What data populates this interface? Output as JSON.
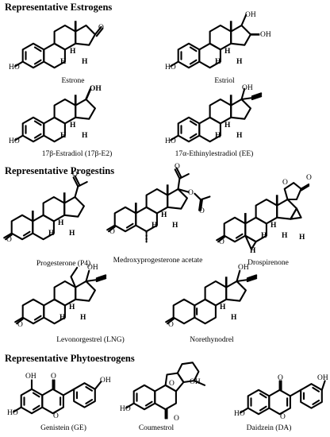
{
  "sections": [
    {
      "title": "Representative Estrogens"
    },
    {
      "title": "Representative Progestins"
    },
    {
      "title": "Representative Phytoestrogens"
    }
  ],
  "compounds": {
    "estrone": "Estrone",
    "estriol": "Estriol",
    "estradiol": "17β-Estradiol (17β-E2)",
    "ethinylestradiol": "17α-Ethinylestradiol (EE)",
    "progesterone": "Progesterone (P4)",
    "medroxyprogesterone": "Medroxyprogesterone acetate",
    "drospirenone": "Drospirenone",
    "levonorgestrel": "Levonorgestrel (LNG)",
    "norethynodrel": "Norethynodrel",
    "genistein": "Genistein (GE)",
    "coumestrol": "Coumestrol",
    "daidzein": "Daidzein (DA)"
  },
  "atom_labels": {
    "ho": "HO",
    "oh": "OH",
    "o": "O",
    "h": "H"
  }
}
